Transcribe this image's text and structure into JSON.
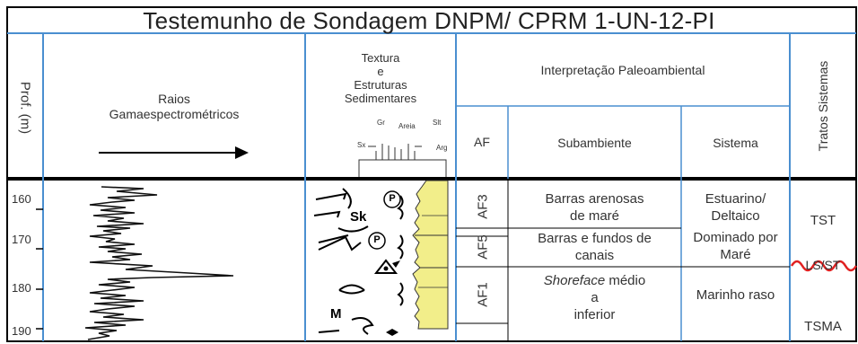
{
  "title": "Testemunho de Sondagem DNPM/ CPRM 1-UN-12-PI",
  "headers": {
    "depth": "Prof. (m)",
    "gamma_line1": "Raios",
    "gamma_line2": "Gamaespectrométricos",
    "texture_line1": "Textura",
    "texture_line2": "e",
    "texture_line3": "Estruturas",
    "texture_line4": "Sedimentares",
    "grain_gr": "Gr",
    "grain_areia": "Areia",
    "grain_slt": "Slt",
    "grain_sx": "Sx",
    "grain_arg": "Arg",
    "interp": "Interpretação Paleoambiental",
    "af": "AF",
    "subambiente": "Subambiente",
    "sistema": "Sistema",
    "tratos": "Tratos Sistemas"
  },
  "depth_ticks": [
    "160",
    "170",
    "180",
    "190"
  ],
  "facies": [
    "AF3",
    "AF5",
    "AF1"
  ],
  "subambientes": {
    "af3_line1": "Barras arenosas",
    "af3_line2": "de maré",
    "af5_line1": "Barras e fundos de",
    "af5_line2": "canais",
    "af1_line1_italic": "Shoreface",
    "af1_line1_rest": " médio",
    "af1_line2": "a",
    "af1_line3": "inferior"
  },
  "sistemas": {
    "s1_line1": "Estuarino/",
    "s1_line2": "Deltaico",
    "s1_line3": "Dominado por",
    "s1_line4": "Maré",
    "s2": "Marinho raso"
  },
  "tratos": [
    "TST",
    "LS/ST",
    "TSMA"
  ],
  "symbols": {
    "sk": "Sk",
    "m": "M",
    "p": "P"
  },
  "colors": {
    "sand_fill": "#f2ee8a",
    "log_line": "#111111",
    "surface_red": "#e02020",
    "border": "#000000",
    "blue_rule": "#4a8fd0"
  }
}
